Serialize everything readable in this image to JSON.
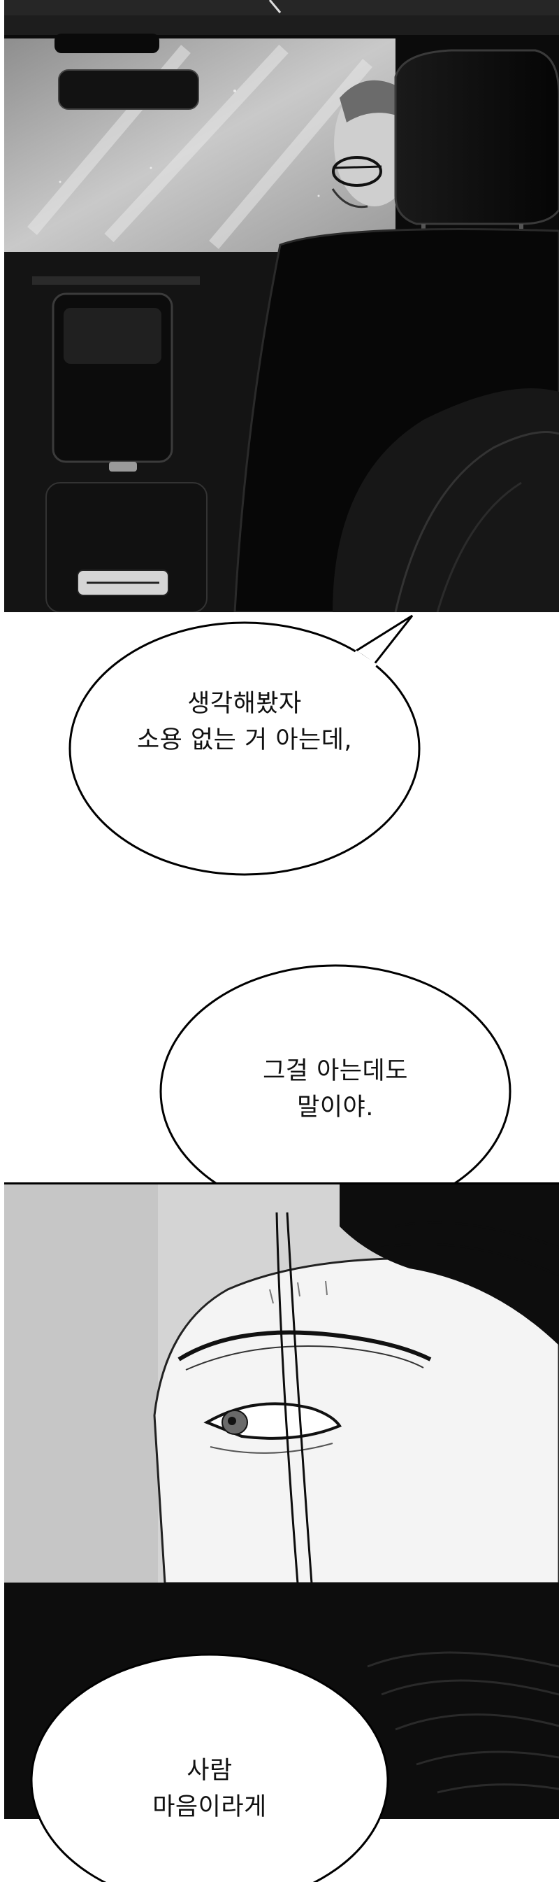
{
  "page": {
    "panels": [
      {
        "name": "car-interior-panel",
        "scene": "driver-in-glasses-seen-from-back-seat"
      },
      {
        "name": "eye-closeup-panel",
        "scene": "close-up-of-eye-and-brow"
      },
      {
        "name": "dark-hair-panel",
        "scene": "dark-shaded-hair"
      }
    ],
    "bubbles": [
      {
        "lines": [
          "생각해봤자",
          "소용 없는 거 아는데,"
        ]
      },
      {
        "lines": [
          "그걸 아는데도",
          "말이야."
        ]
      },
      {
        "lines": [
          "사람",
          "마음이라게"
        ]
      }
    ]
  },
  "colors": {
    "ink": "#000000",
    "paper": "#ffffff",
    "screentone": "#d9d9d9"
  }
}
